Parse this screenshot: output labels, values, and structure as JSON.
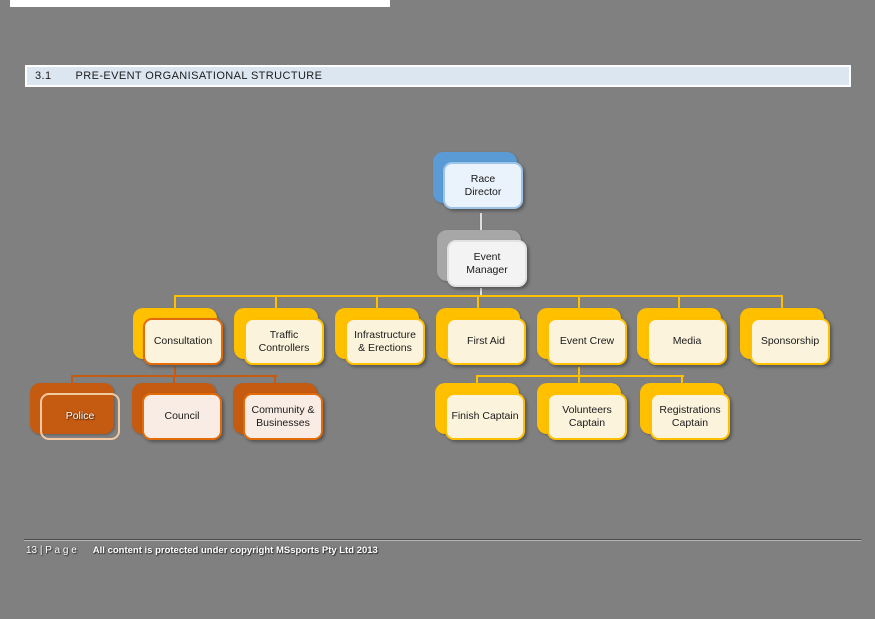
{
  "header": {
    "section_number": "3.1",
    "title": "PRE-EVENT ORGANISATIONAL STRUCTURE"
  },
  "footer": {
    "page_label": "13 | P a g e",
    "copyright": "All content is protected under copyright MSsports Pty Ltd 2013"
  },
  "colors": {
    "page_background": "#808080",
    "header_bar": "#DCE6F1",
    "blue_node": "#5B9BD5",
    "gray_node": "#A7A7A7",
    "gold_node": "#FFC000",
    "orange_node": "#C55A11",
    "node_front_cream": "#FBF3DC"
  },
  "org_chart": {
    "nodes": {
      "race_director": {
        "label": "Race\nDirector"
      },
      "event_manager": {
        "label": "Event\nManager"
      },
      "consultation": {
        "label": "Consultation"
      },
      "traffic_controllers": {
        "label": "Traffic\nControllers"
      },
      "infrastructure_erections": {
        "label": "Infrastructure\n& Erections"
      },
      "first_aid": {
        "label": "First Aid"
      },
      "event_crew": {
        "label": "Event Crew"
      },
      "media": {
        "label": "Media"
      },
      "sponsorship": {
        "label": "Sponsorship"
      },
      "police": {
        "label": "Police"
      },
      "council": {
        "label": "Council"
      },
      "community_businesses": {
        "label": "Community &\nBusinesses"
      },
      "finish_captain": {
        "label": "Finish Captain"
      },
      "volunteers_captain": {
        "label": "Volunteers\nCaptain"
      },
      "registrations_captain": {
        "label": "Registrations\nCaptain"
      }
    },
    "structure": {
      "race_director": [
        "event_manager"
      ],
      "event_manager": [
        "consultation",
        "traffic_controllers",
        "infrastructure_erections",
        "first_aid",
        "event_crew",
        "media",
        "sponsorship"
      ],
      "consultation": [
        "police",
        "council",
        "community_businesses"
      ],
      "event_crew": [
        "finish_captain",
        "volunteers_captain",
        "registrations_captain"
      ]
    }
  }
}
